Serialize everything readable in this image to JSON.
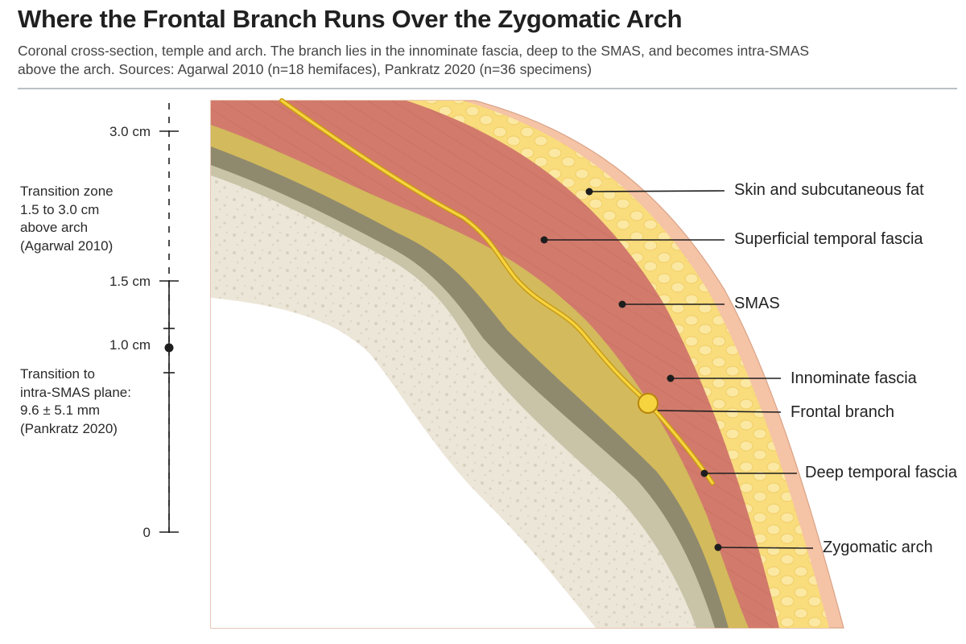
{
  "header": {
    "title": "Where the Frontal Branch Runs Over the Zygomatic Arch",
    "subtitle_line1": "Coronal cross-section, temple and arch. The branch lies in the innominate fascia, deep to the SMAS, and becomes intra-SMAS",
    "subtitle_line2": "above the arch. Sources: Agarwal 2010 (n=18 hemifaces), Pankratz 2020 (n=36 specimens)"
  },
  "scale": {
    "ticks": [
      "3.0 cm",
      "1.5 cm",
      "1.0 cm",
      "0"
    ]
  },
  "notes": {
    "transition_zone": [
      "Transition zone",
      "1.5 to 3.0 cm",
      "above arch",
      "(Agarwal 2010)"
    ],
    "intra_smas": [
      "Transition to",
      "intra-SMAS plane:",
      "9.6 ± 5.1 mm",
      "(Pankratz 2020)"
    ]
  },
  "layers": {
    "skin": "Skin and subcutaneous fat",
    "stf": "Superficial temporal fascia",
    "smas": "SMAS",
    "innominate": "Innominate fascia",
    "frontal_branch": "Frontal branch",
    "deep_fascia": "Deep temporal fascia",
    "arch": "Zygomatic arch"
  },
  "colors": {
    "skin": "#f5c3a6",
    "fat": "#f9dc7c",
    "muscle": "#d27b6c",
    "innominate": "#d3ba5c",
    "deep_fascia": "#8f8a6e",
    "periosteum": "#c9c3a8",
    "bone": "#ece6d8",
    "nerve": "#f2cb2e",
    "leader": "#1e1e1e"
  }
}
